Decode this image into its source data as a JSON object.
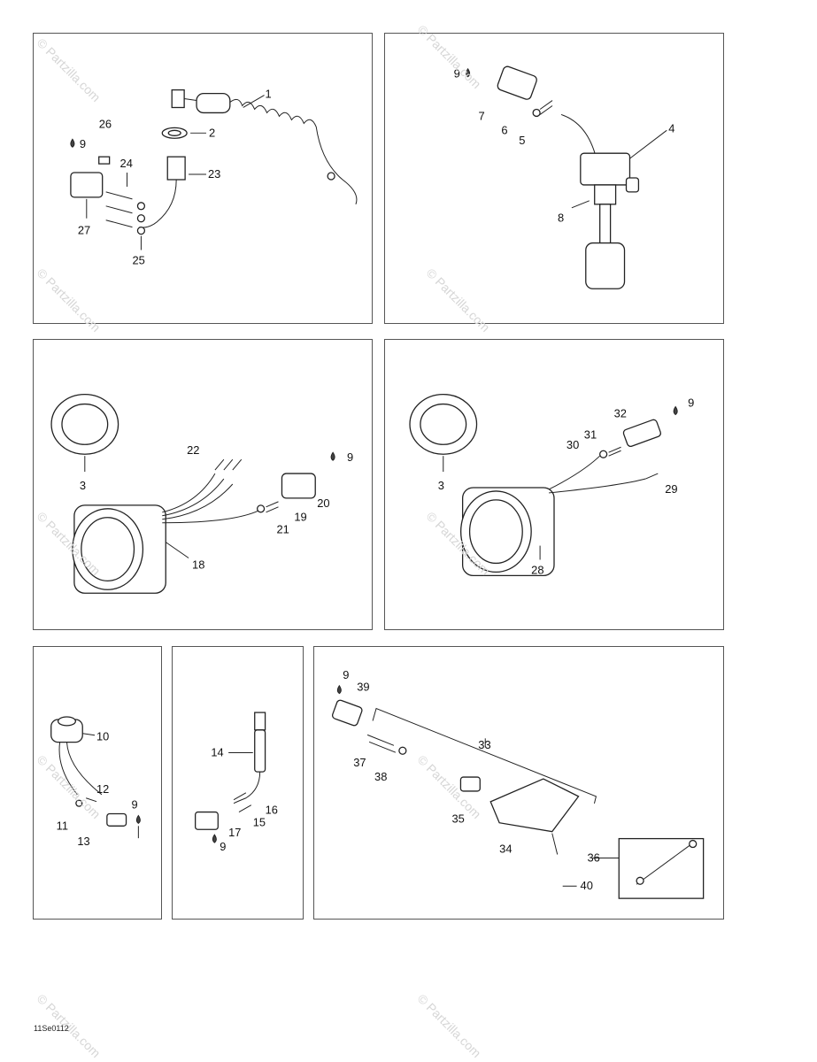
{
  "watermark": "© Partzilla.com",
  "figure_code": "11Se0112",
  "panels": {
    "p1": {
      "labels": [
        "1",
        "2",
        "23",
        "26",
        "9",
        "24",
        "27",
        "25"
      ]
    },
    "p2": {
      "labels": [
        "9",
        "7",
        "6",
        "5",
        "4",
        "8"
      ]
    },
    "p3": {
      "labels": [
        "3",
        "22",
        "9",
        "20",
        "19",
        "21",
        "18"
      ]
    },
    "p4": {
      "labels": [
        "3",
        "32",
        "9",
        "31",
        "30",
        "29",
        "28"
      ]
    },
    "p5": {
      "labels": [
        "10",
        "12",
        "11",
        "9",
        "13"
      ]
    },
    "p6": {
      "labels": [
        "14",
        "16",
        "15",
        "17",
        "9"
      ]
    },
    "p7": {
      "labels": [
        "9",
        "39",
        "33",
        "37",
        "38",
        "35",
        "34",
        "36",
        "40"
      ]
    }
  }
}
